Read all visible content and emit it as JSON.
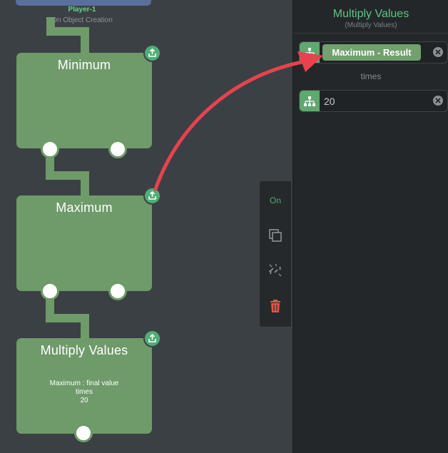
{
  "canvas": {
    "top_node": {
      "title": "Player-1",
      "subtitle": "On Object Creation"
    },
    "nodes": [
      {
        "title": "Minimum",
        "body": []
      },
      {
        "title": "Maximum",
        "body": []
      },
      {
        "title": "Multiply Values",
        "body": [
          "Maximum : final value",
          "times",
          "20"
        ]
      }
    ]
  },
  "toolbar": {
    "toggle_label": "On",
    "toggle_color": "#4fae74",
    "delete_color": "#e0574a"
  },
  "panel": {
    "title": "Multiply Values",
    "subtitle": "(Multiply Values)",
    "field1": {
      "value": "Maximum - Result",
      "icon": "hierarchy-icon"
    },
    "operator_label": "times",
    "field2": {
      "value": "20",
      "icon": "hierarchy-icon"
    }
  },
  "colors": {
    "accent": "#63c383",
    "node": "#6f9a6a",
    "arrow": "#e8424f"
  }
}
